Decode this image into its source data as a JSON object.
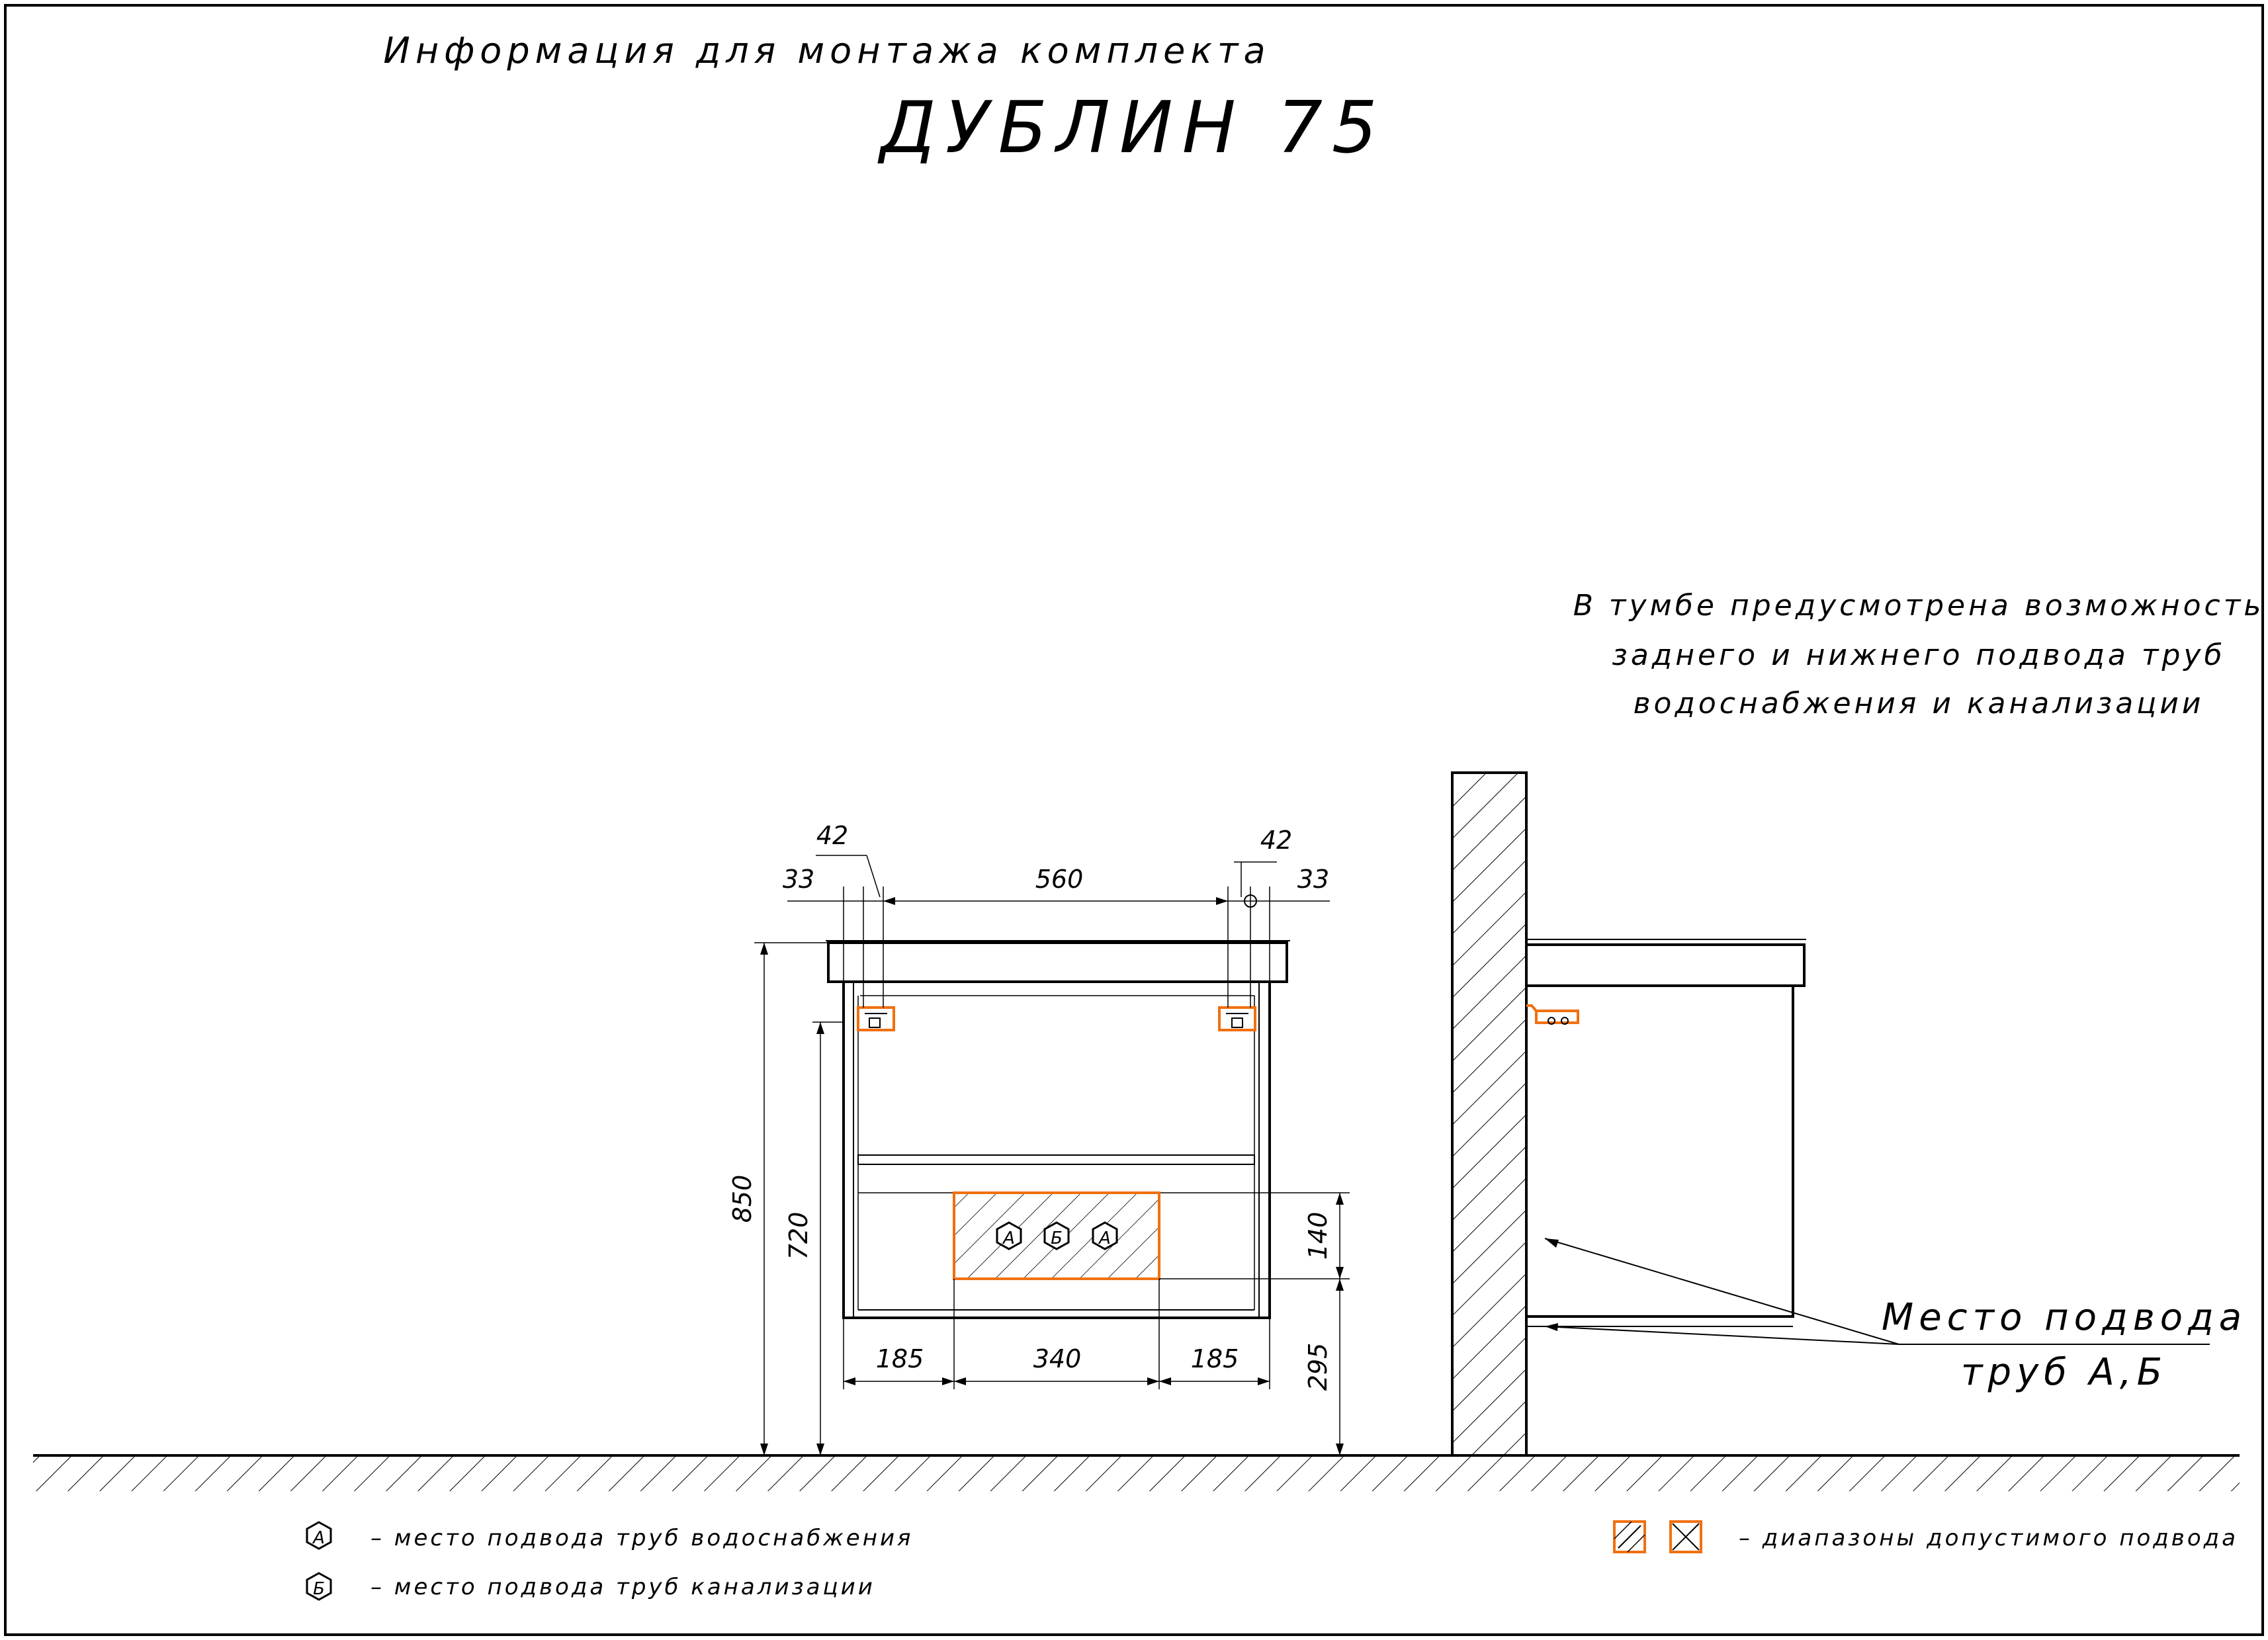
{
  "header": {
    "subtitle": "Информация для монтажа комплекта",
    "title": "ДУБЛИН 75"
  },
  "note": {
    "lines": [
      "В тумбе предусмотрена возможность",
      "заднего и нижнего подвода труб",
      "водоснабжения и канализации"
    ]
  },
  "front_view": {
    "dims_top": {
      "left_offset": "33",
      "left_pipe": "42",
      "span": "560",
      "right_pipe": "42",
      "right_offset": "33"
    },
    "dims_bottom": {
      "left": "185",
      "center": "340",
      "right": "185"
    },
    "dims_vertical": {
      "total_height": "850",
      "cabinet_height": "720",
      "zone_height": "140",
      "floor_gap": "295"
    },
    "zone_markers": [
      "А",
      "Б",
      "А"
    ]
  },
  "side_view": {
    "callout_lines": [
      "Место подвода",
      "труб А,Б"
    ]
  },
  "legend": {
    "items": [
      {
        "symbol": "А",
        "text": "– место подвода труб водоснабжения"
      },
      {
        "symbol": "Б",
        "text": "– место подвода труб канализации"
      }
    ],
    "ranges_text": "– диапазоны допустимого подвода"
  },
  "colors": {
    "accent": "#f07010",
    "line": "#000000"
  }
}
